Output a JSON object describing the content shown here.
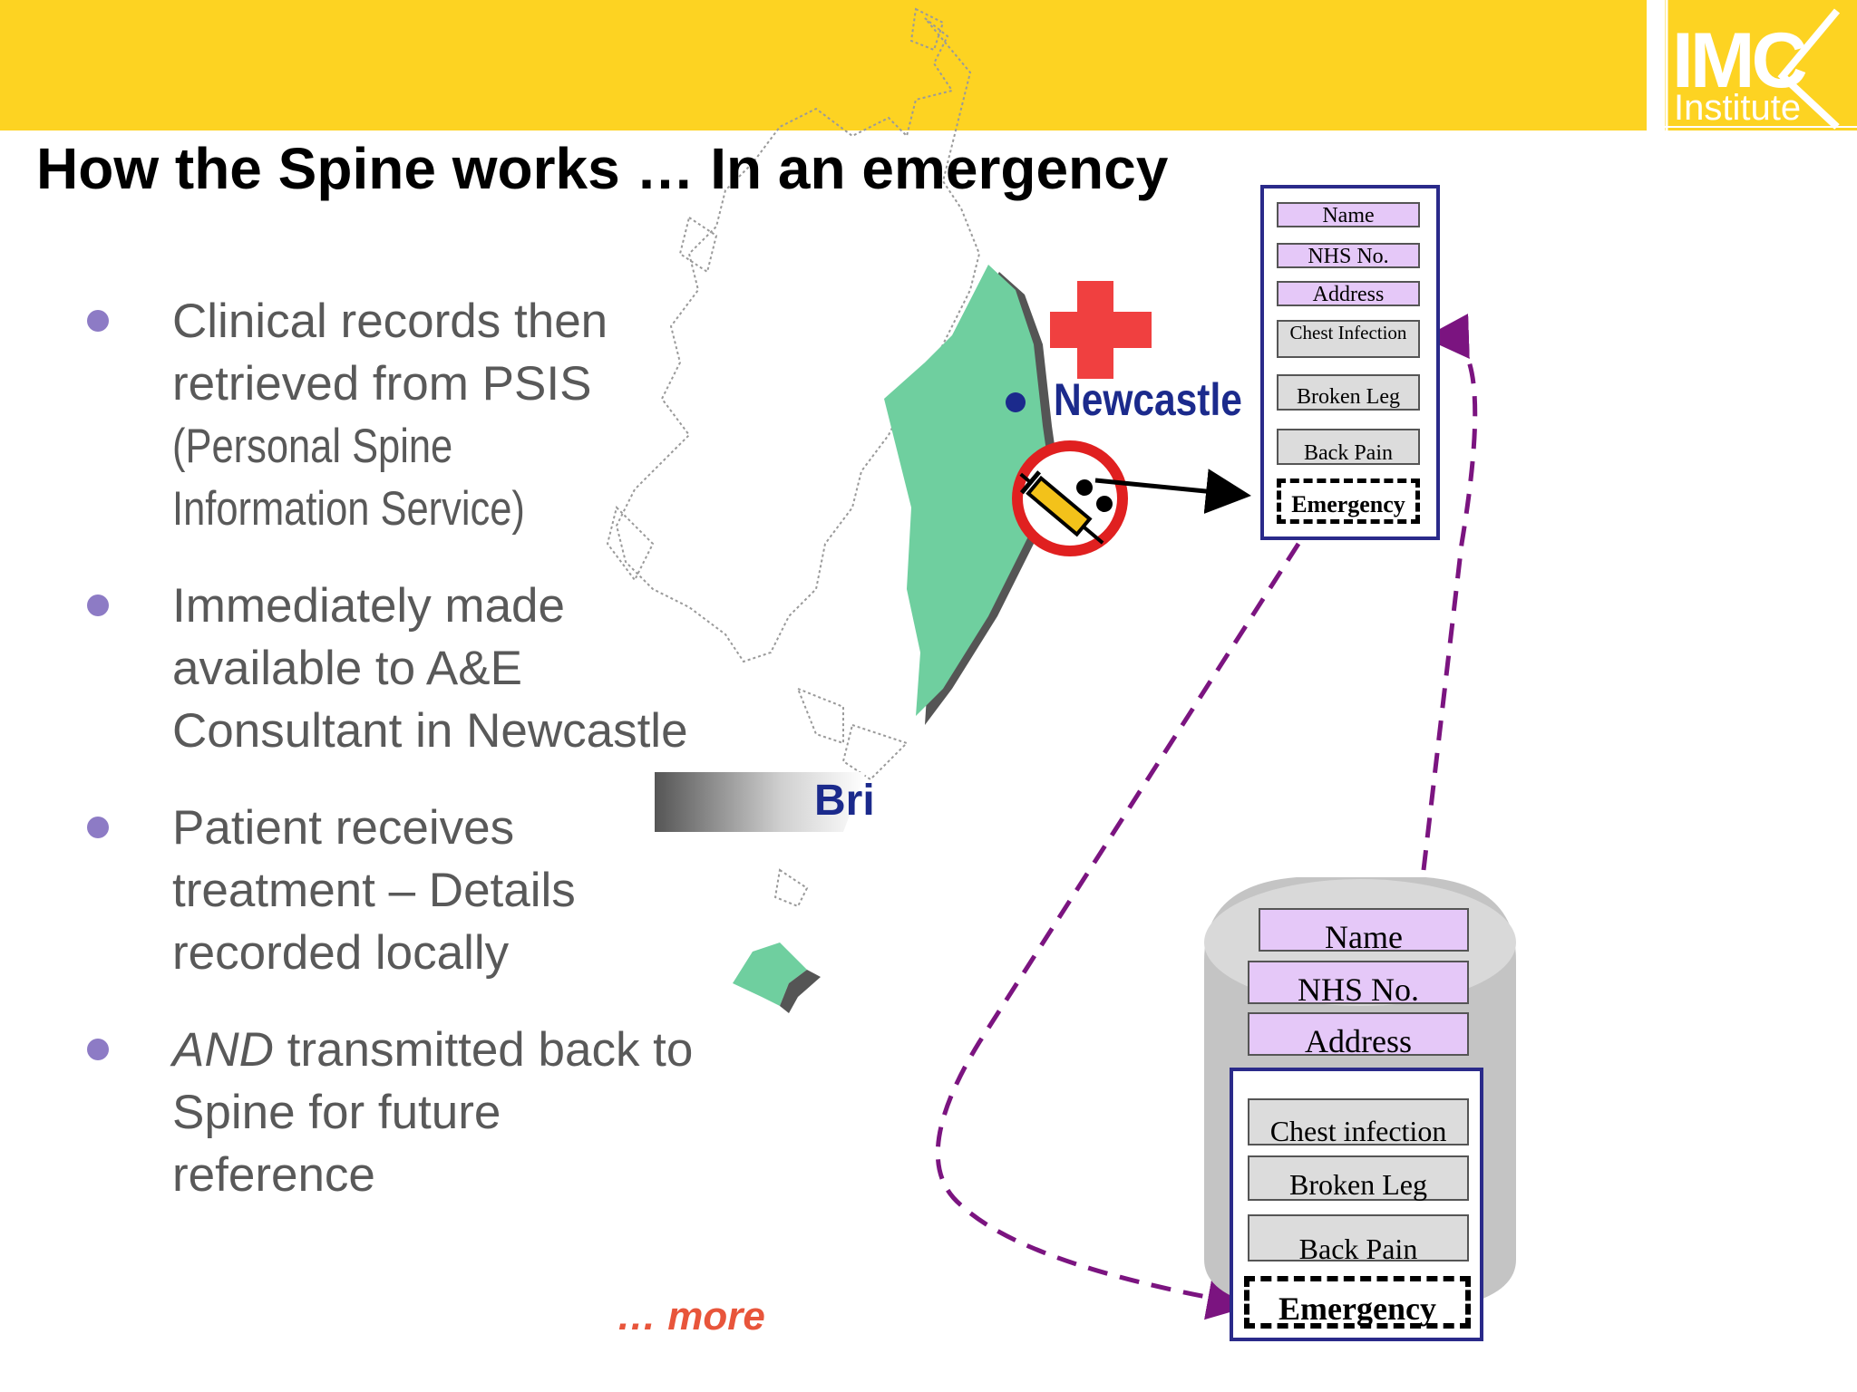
{
  "header": {
    "logo_main": "IMC",
    "logo_sub": "Institute"
  },
  "title": "How the Spine works … In an emergency",
  "bullets": [
    {
      "line1": "Clinical records then",
      "line2": "retrieved from PSIS",
      "line3": "(Personal Spine",
      "line4": "Information Service)"
    },
    {
      "line1": "Immediately made",
      "line2": "available to A&E",
      "line3": "Consultant in Newcastle"
    },
    {
      "line1": "Patient receives",
      "line2": "treatment – Details",
      "line3": "recorded locally"
    },
    {
      "italic": "AND",
      "line1_rest": " transmitted back to",
      "line2": "Spine for future",
      "line3": "reference"
    }
  ],
  "more_link": "… more",
  "map": {
    "city_label": "Newcastle",
    "banner_label": "Bri"
  },
  "local_record": {
    "fields": [
      "Name",
      "NHS No.",
      "Address",
      "Chest Infection",
      "Broken Leg",
      "Back Pain",
      "Emergency"
    ]
  },
  "spine_record": {
    "fields": [
      "Name",
      "NHS No.",
      "Address",
      "Chest infection",
      "Broken Leg",
      "Back Pain",
      "Emergency"
    ]
  },
  "colors": {
    "header_yellow": "#fdd322",
    "bullet_dot": "#8d7bc5",
    "map_green": "#6fcf9f",
    "city_blue": "#1b2a8c",
    "arrow_purple": "#7b1480",
    "cross_red": "#f04040",
    "more_red": "#e8553b"
  },
  "icons": [
    "red-cross-icon",
    "syringe-pills-icon",
    "city-dot-icon"
  ]
}
